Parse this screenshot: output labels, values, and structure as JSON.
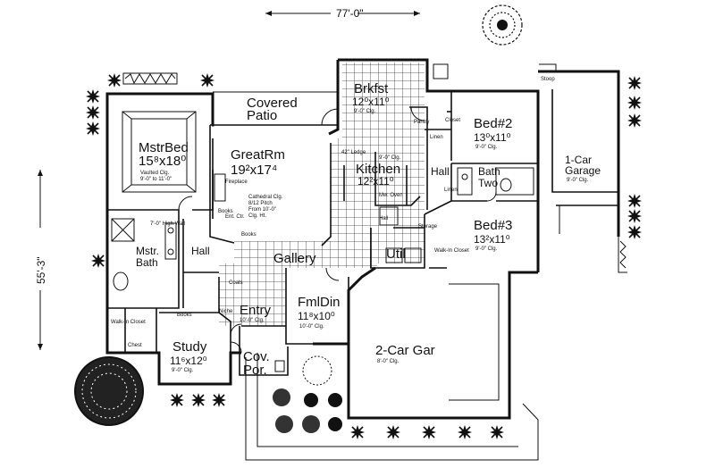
{
  "dimensions": {
    "width": "77'-0\"",
    "depth": "55'-3\""
  },
  "rooms": {
    "mstr_bed": {
      "name": "MstrBed",
      "size": "15⁸x18⁰",
      "note1": "Vaulted Clg.",
      "note2": "9'-0\" to 11'-0\""
    },
    "covered_patio": {
      "line1": "Covered",
      "line2": "Patio"
    },
    "brkfst": {
      "name": "Brkfst",
      "size": "12⁰x11⁰",
      "note": "9'-0\" Clg."
    },
    "great_rm": {
      "name": "GreatRm",
      "size": "19²x17⁴",
      "note1": "Cathedral Clg.",
      "note2": "8/12 Pitch",
      "note3": "From 10'-0\"",
      "note4": "Clg. Ht."
    },
    "kitchen": {
      "name": "Kitchen",
      "size": "12²x11⁰",
      "note": "9'-0\" Clg."
    },
    "bed2": {
      "name": "Bed#2",
      "size": "13⁰x11⁰",
      "note": "9'-0\" Clg."
    },
    "bath_two": {
      "line1": "Bath",
      "line2": "Two"
    },
    "garage1": {
      "line1": "1-Car",
      "line2": "Garage",
      "note": "9'-0\" Clg."
    },
    "bed3": {
      "name": "Bed#3",
      "size": "13²x11⁰",
      "note": "9'-0\" Clg."
    },
    "mstr_bath": {
      "line1": "Mstr.",
      "line2": "Bath"
    },
    "hall_left": {
      "name": "Hall"
    },
    "hall_mid": {
      "name": "Hall"
    },
    "hall_right": {
      "name": "Hall"
    },
    "gallery": {
      "name": "Gallery"
    },
    "util": {
      "name": "Util"
    },
    "fml_din": {
      "name": "FmlDin",
      "size": "11⁸x10⁰",
      "note": "10'-0\" Clg."
    },
    "entry": {
      "name": "Entry",
      "note": "10'-0\" Clg."
    },
    "study": {
      "name": "Study",
      "size": "11⁶x12⁰",
      "note": "9'-0\" Clg."
    },
    "cov_por": {
      "line1": "Cov.",
      "line2": "Por."
    },
    "gar2": {
      "name": "2-Car Gar",
      "note": "8'-0\" Clg."
    }
  },
  "fixtures": {
    "high_wall": "7'-0\" High Wall",
    "fireplace": "Fireplace",
    "ledge": "42\" Ledge",
    "ent_ctr": "Ent. Ctr.",
    "books1": "Books",
    "books2": "Books",
    "books3": "Books",
    "niche": "Niche",
    "coats": "Coats",
    "pantry": "Pantry",
    "linen1": "Linen",
    "linen2": "Linen",
    "closet1": "Closet",
    "closet2": "Walk-In Closet",
    "closet3": "Walk-In Closet",
    "chest": "Chest",
    "storage": "Storage",
    "mw_oven": "Mw. Oven",
    "stoop": "Stoop"
  }
}
